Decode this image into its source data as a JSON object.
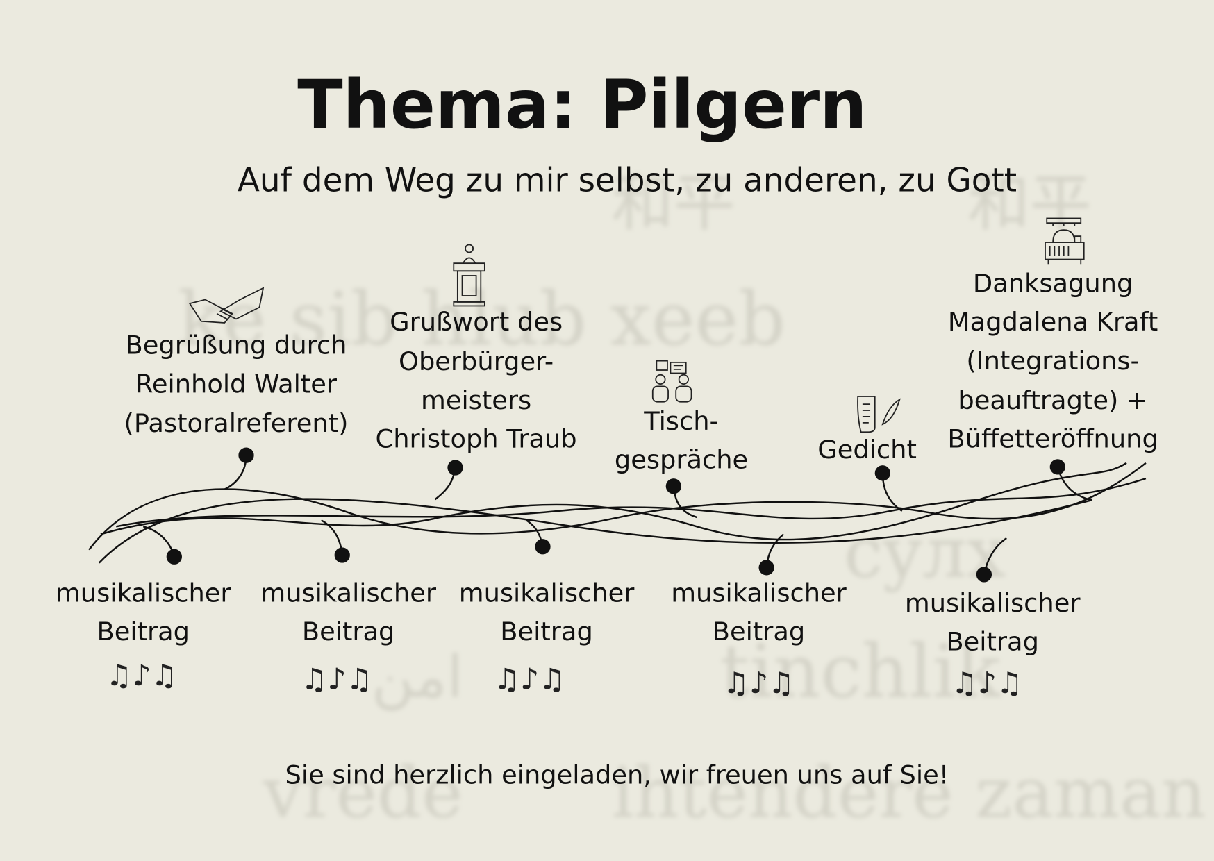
{
  "title": "Thema: Pilgern",
  "subtitle": "Auf dem Weg zu mir selbst, zu anderen, zu Gott",
  "background_words": [
    "ke sib hlub xeeb",
    "和平",
    "和平",
    "cyлx",
    "tinchlik",
    "vrede",
    "ihtendere zaman",
    "امن"
  ],
  "top_items": [
    {
      "icon": "handshake-icon",
      "lines": [
        "Begrüßung durch",
        "Reinhold Walter",
        "(Pastoralreferent)"
      ]
    },
    {
      "icon": "lectern-icon",
      "lines": [
        "Grußwort des",
        "Oberbürger-",
        "meisters",
        "Christoph Traub"
      ]
    },
    {
      "icon": "conversation-icon",
      "lines": [
        "Tisch-",
        "gespräche"
      ]
    },
    {
      "icon": "poem-scroll-icon",
      "lines": [
        "Gedicht"
      ]
    },
    {
      "icon": "buffet-icon",
      "lines": [
        "Danksagung",
        "Magdalena Kraft",
        "(Integrations-",
        "beauftragte) +",
        "Büffetteröffnung"
      ]
    }
  ],
  "music_items": [
    {
      "lines": [
        "musikalischer",
        "Beitrag"
      ],
      "notes": "♫♪♫"
    },
    {
      "lines": [
        "musikalischer",
        "Beitrag"
      ],
      "notes": "♫♪♫"
    },
    {
      "lines": [
        "musikalischer",
        "Beitrag"
      ],
      "notes": "♫♪♫"
    },
    {
      "lines": [
        "musikalischer",
        "Beitrag"
      ],
      "notes": "♫♪♫"
    },
    {
      "lines": [
        "musikalischer",
        "Beitrag"
      ],
      "notes": "♫♪♫"
    }
  ],
  "footer": "Sie sind herzlich eingeladen, wir freuen uns auf Sie!"
}
